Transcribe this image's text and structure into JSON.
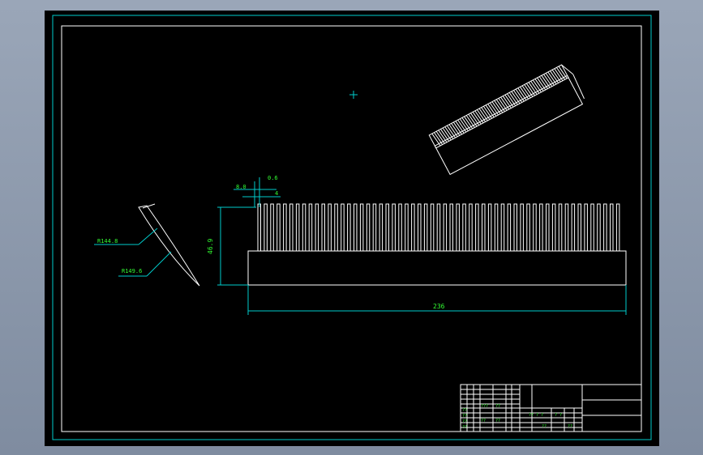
{
  "drawing": {
    "dim_width": "236",
    "dim_height": "46.9",
    "dim_small_1": "0.6",
    "dim_small_2": "8.0",
    "dim_small_3": "4",
    "radius_1": "R144.8",
    "radius_2": "R149.6"
  },
  "title_block": {
    "row_marks": [
      "??",
      "??",
      "??",
      "??"
    ],
    "mid_marks": [
      "???",
      "??",
      "??",
      "??"
    ],
    "right_marks": [
      "?? ? ?",
      "??",
      "? ?",
      "?? "
    ]
  },
  "colors": {
    "background": "#000000",
    "frame": "#00cccc",
    "geometry": "#ffffff",
    "dimension_text": "#33ff33"
  }
}
